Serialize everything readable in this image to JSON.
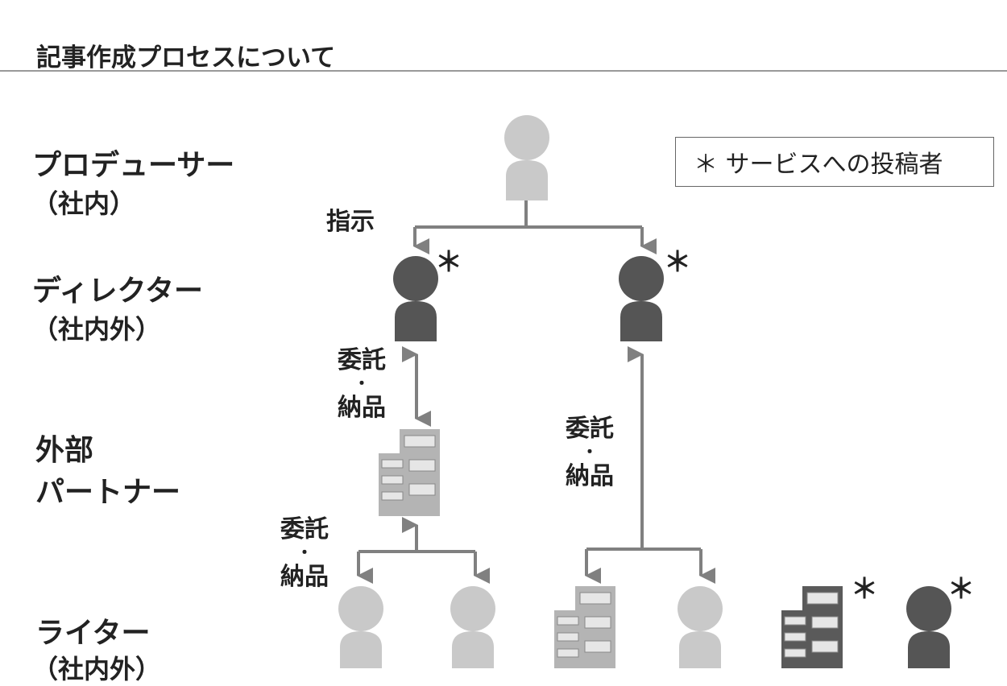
{
  "title": "記事作成プロセスについて",
  "legend": "＊ サービスへの投稿者",
  "roles": [
    {
      "name": "プロデューサー",
      "sub": "（社内）"
    },
    {
      "name": "ディレクター",
      "sub": "（社内外）"
    },
    {
      "name": "外部",
      "sub": "パートナー"
    },
    {
      "name": "ライター",
      "sub": "（社内外）"
    }
  ],
  "edges": {
    "instruct": "指示",
    "commission": "委託",
    "separator": "・",
    "deliver": "納品"
  },
  "asterisk": "＊",
  "colors": {
    "light": "#c9c9c9",
    "dark": "#555555",
    "arrow": "#808080",
    "building_light": "#b4b4b4",
    "building_dark": "#5a5a5a"
  }
}
